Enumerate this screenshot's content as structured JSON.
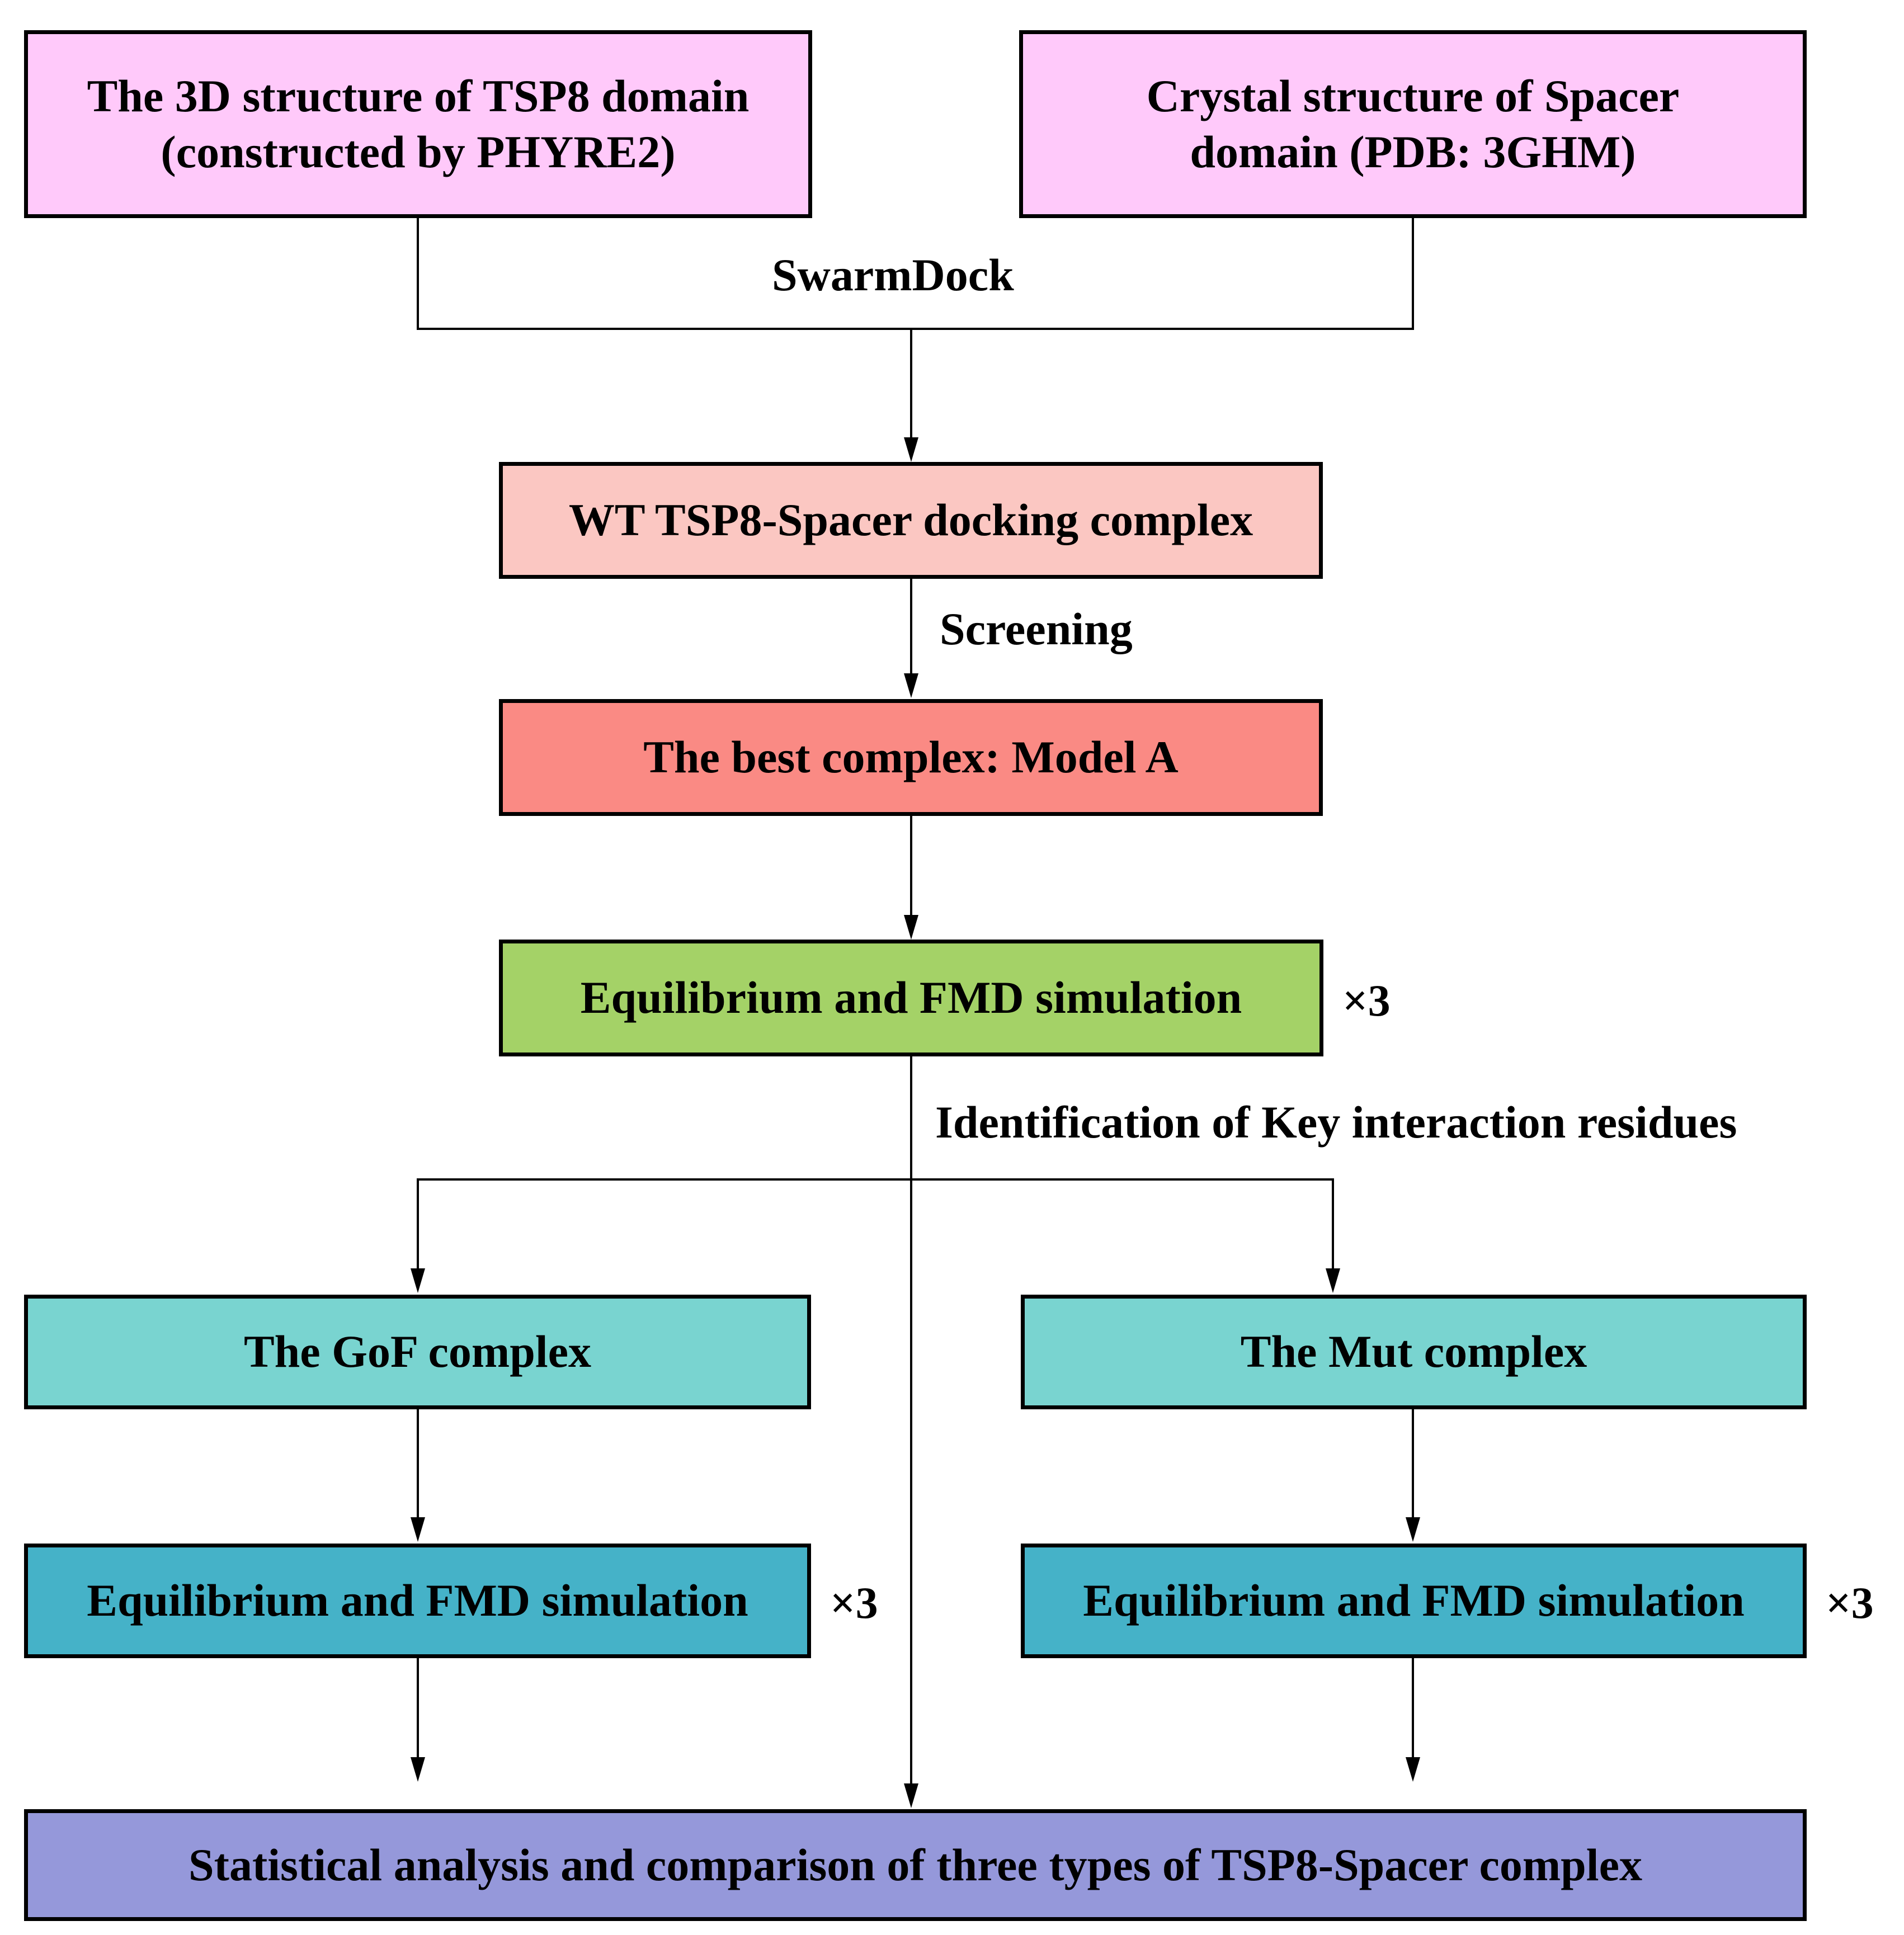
{
  "diagram": {
    "title": "TSP8-Spacer complex molecular modelling workflow",
    "type": "flowchart",
    "colors": {
      "magenta": "#FFC9FA",
      "light_pink": "#FBC7C2",
      "salmon": "#FA8A84",
      "green": "#A4D267",
      "light_teal": "#79D4D0",
      "teal": "#45B2C8",
      "purple": "#9598DA",
      "stroke": "#000000"
    },
    "nodes": {
      "tsp8_structure": "The 3D structure of TSP8 domain (constructed by PHYRE2)",
      "tsp8_structure_line1": "The 3D structure of TSP8 domain",
      "tsp8_structure_line2": "(constructed by PHYRE2)",
      "spacer_structure": "Crystal structure of Spacer domain (PDB: 3GHM)",
      "spacer_structure_line1": "Crystal structure of Spacer",
      "spacer_structure_line2": "domain (PDB: 3GHM)",
      "wt_docking_complex": "WT TSP8-Spacer docking complex",
      "best_complex": "The best complex: Model A",
      "wt_simulation": "Equilibrium and FMD simulation",
      "gof_complex": "The GoF complex",
      "mut_complex": "The Mut complex",
      "gof_simulation": "Equilibrium and FMD simulation",
      "mut_simulation": "Equilibrium and FMD simulation",
      "statistical_analysis": "Statistical analysis and comparison of three types of TSP8-Spacer complex"
    },
    "edge_labels": {
      "swarmdock": "SwarmDock",
      "screening": "Screening",
      "identification": "Identification of Key interaction residues"
    },
    "multipliers": {
      "wt_runs": "×3",
      "gof_runs": "×3",
      "mut_runs": "×3"
    }
  }
}
